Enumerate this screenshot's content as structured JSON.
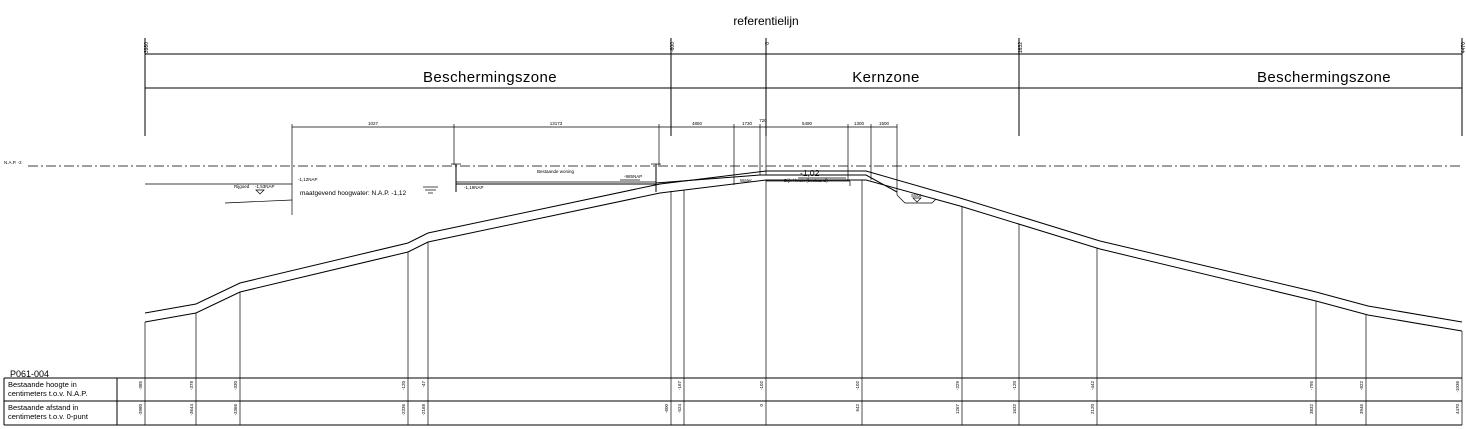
{
  "title": "referentielijn",
  "zones": {
    "left": "Beschermingszone",
    "middle": "Kernzone",
    "right": "Beschermingszone"
  },
  "top_markers": [
    "-3980",
    "-600",
    "0",
    "1632",
    "4470"
  ],
  "dimensions": [
    "1027",
    "13173",
    "4850",
    "1730",
    "720",
    "5490",
    "1300",
    "1500"
  ],
  "nap_label": "N.A.P. -2",
  "annotations": {
    "rijgoed": "Rijgoed",
    "level_left": "-1,53NAP",
    "level_mid": "-1,12NAP",
    "level_small": "-1,19NAP",
    "hoogwater": "maatgevend hoogwater: N.A.P. -1,12",
    "woning": "Bestaande woning",
    "level_right": "-985NAP",
    "water": "Water",
    "peak_level": "-1,02",
    "dijk": "Dijk / kruin (bestaand)",
    "sloot": "Sloot"
  },
  "table": {
    "id": "P061-004",
    "row1_label_1": "Bestaande hoogte in",
    "row1_label_2": "centimeters t.o.v. N.A.P.",
    "row2_label_1": "Bestaande afstand in",
    "row2_label_2": "centimeters t.o.v. 0-punt",
    "heights": [
      "-385",
      "-378",
      "-330",
      "-120",
      "-47",
      "-167",
      "-102",
      "-102",
      "-229",
      "-120",
      "-442",
      "-795",
      "-822",
      "-1036"
    ],
    "distances": [
      "-3980",
      "-3644",
      "-3366",
      "-2336",
      "-2168",
      "-600",
      "-524",
      "0",
      "642",
      "1267",
      "1632",
      "2120",
      "3832",
      "3946",
      "4470"
    ]
  }
}
